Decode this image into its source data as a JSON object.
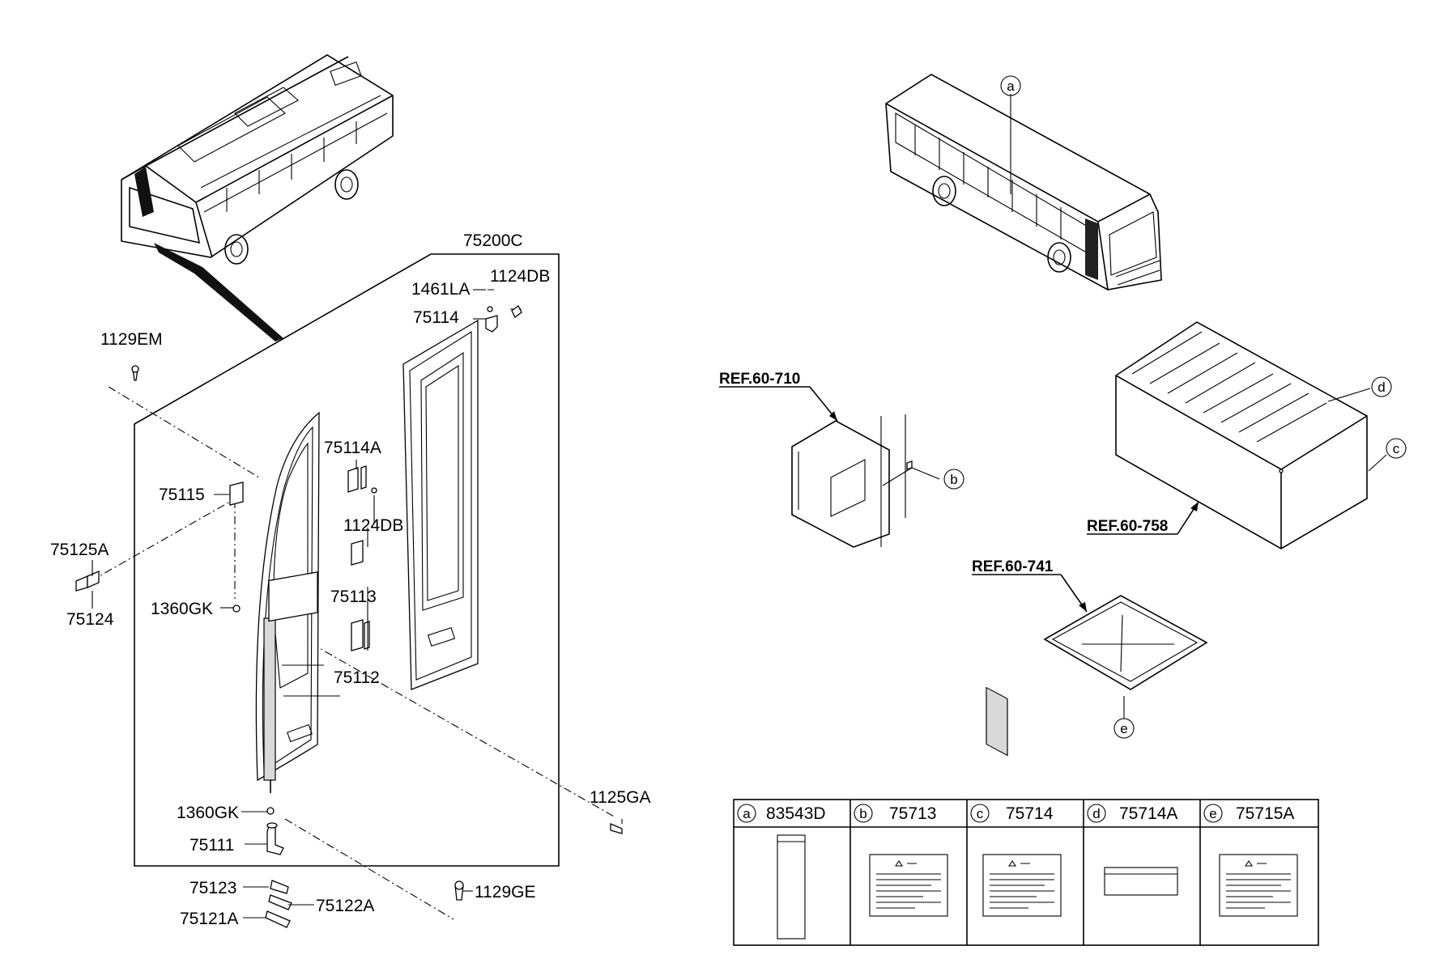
{
  "diagram": {
    "part_labels": {
      "p75200C": "75200C",
      "p1461LA": "1461LA",
      "p1124DB_top": "1124DB",
      "p75114": "75114",
      "p1129EM": "1129EM",
      "p75114A": "75114A",
      "p75115": "75115",
      "p1124DB_mid": "1124DB",
      "p75125A": "75125A",
      "p75124": "75124",
      "p75113": "75113",
      "p1360GK_mid": "1360GK",
      "p75112": "75112",
      "p1125GA": "1125GA",
      "p1360GK_bot": "1360GK",
      "p75111": "75111",
      "p75123": "75123",
      "p1129GE": "1129GE",
      "p75122A": "75122A",
      "p75121A": "75121A"
    },
    "refs": {
      "r710": "REF.60-710",
      "r758": "REF.60-758",
      "r741": "REF.60-741"
    },
    "callouts": {
      "a": "a",
      "b": "b",
      "c": "c",
      "d": "d",
      "e": "e"
    }
  },
  "label_table": {
    "columns": [
      {
        "letter": "a",
        "part": "83543D"
      },
      {
        "letter": "b",
        "part": "75713"
      },
      {
        "letter": "c",
        "part": "75714"
      },
      {
        "letter": "d",
        "part": "75714A"
      },
      {
        "letter": "e",
        "part": "75715A"
      }
    ]
  }
}
